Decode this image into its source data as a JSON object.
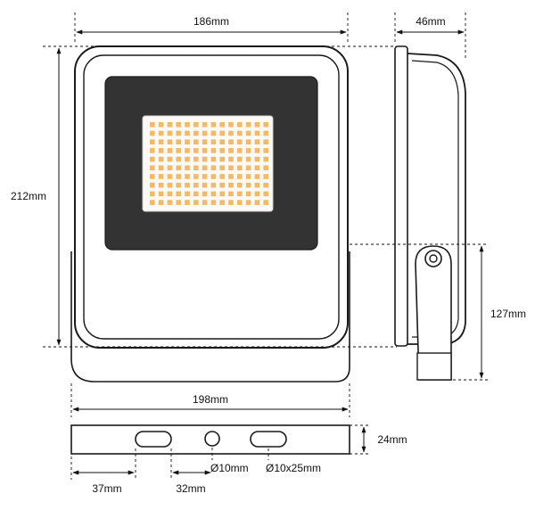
{
  "dimensions": {
    "front_width": "186mm",
    "side_depth": "46mm",
    "front_height": "212mm",
    "bracket_height": "127mm",
    "bracket_width": "198mm",
    "bracket_thickness": "24mm",
    "hole_offset_left": "37mm",
    "hole_spacing": "32mm",
    "round_hole_diameter": "Ø10mm",
    "slot_size": "Ø10x25mm"
  },
  "colors": {
    "led": "#f2b968",
    "led_panel": "#fbfaf7",
    "body_fill": "#2a2a2a",
    "inner_bezel": "#333333",
    "line": "#1a1a1a"
  }
}
